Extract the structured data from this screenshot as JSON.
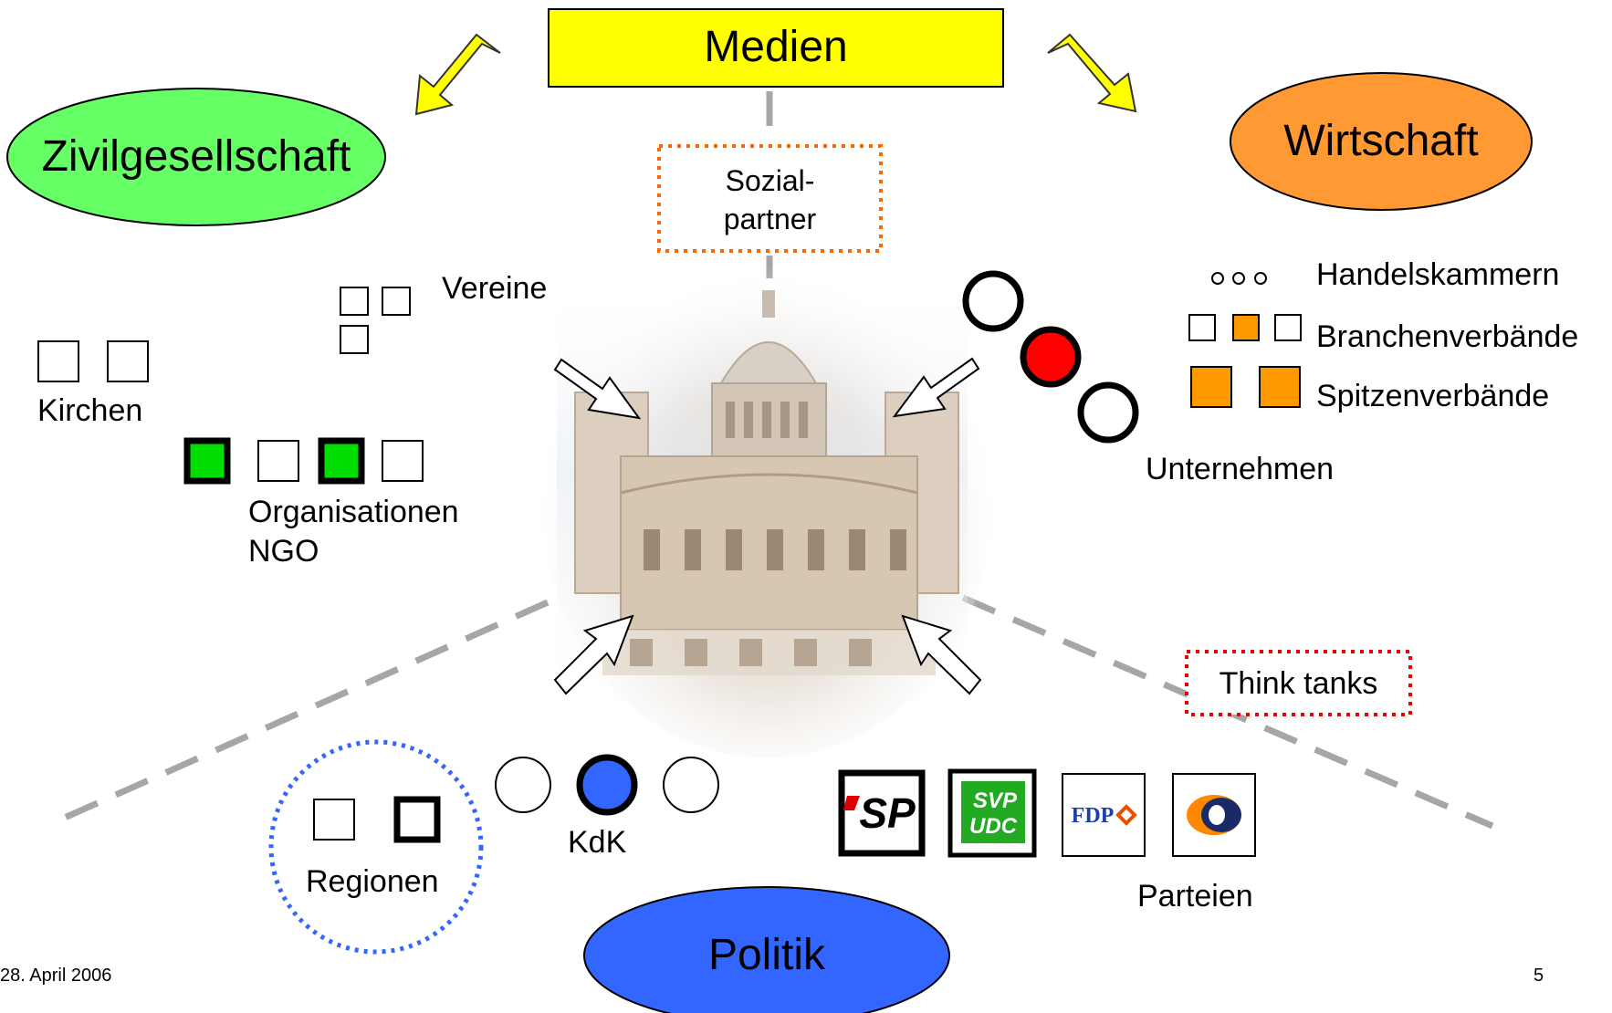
{
  "center": {
    "media": "Medien",
    "social_partners": [
      "Sozial-",
      "partner"
    ]
  },
  "civil_society": {
    "title": "Zivilgesellschaft",
    "associations": "Vereine",
    "churches": "Kirchen",
    "organisations": [
      "Organisationen",
      "NGO"
    ]
  },
  "economy": {
    "title": "Wirtschaft",
    "chambers": "Handelskammern",
    "industry_associations": "Branchenverbände",
    "umbrella_associations": "Spitzenverbände",
    "companies": "Unternehmen"
  },
  "politics": {
    "title": "Politik",
    "regions": "Regionen",
    "kdk": "KdK",
    "think_tanks": "Think tanks",
    "parties": "Parteien",
    "party_logos": [
      {
        "name": "sp-logo",
        "text": "SP"
      },
      {
        "name": "svp-logo",
        "text": [
          "SVP",
          "UDC"
        ]
      },
      {
        "name": "fdp-logo",
        "text": "FDP"
      },
      {
        "name": "cvp-logo",
        "text": ""
      }
    ]
  },
  "footer": {
    "date": "28. April 2006",
    "page": "5"
  },
  "colors": {
    "media_fill": "#ffff00",
    "civil_fill": "#66ff66",
    "economy_fill": "#ff9933",
    "politics_fill": "#3366ff",
    "ngo_green": "#00dd00",
    "company_red": "#ff0000",
    "kdk_blue": "#3366ff",
    "branch_orange": "#ff9900",
    "dotted_orange": "#ff6600",
    "dotted_red": "#ee0000",
    "dotted_blue": "#3366ff"
  }
}
